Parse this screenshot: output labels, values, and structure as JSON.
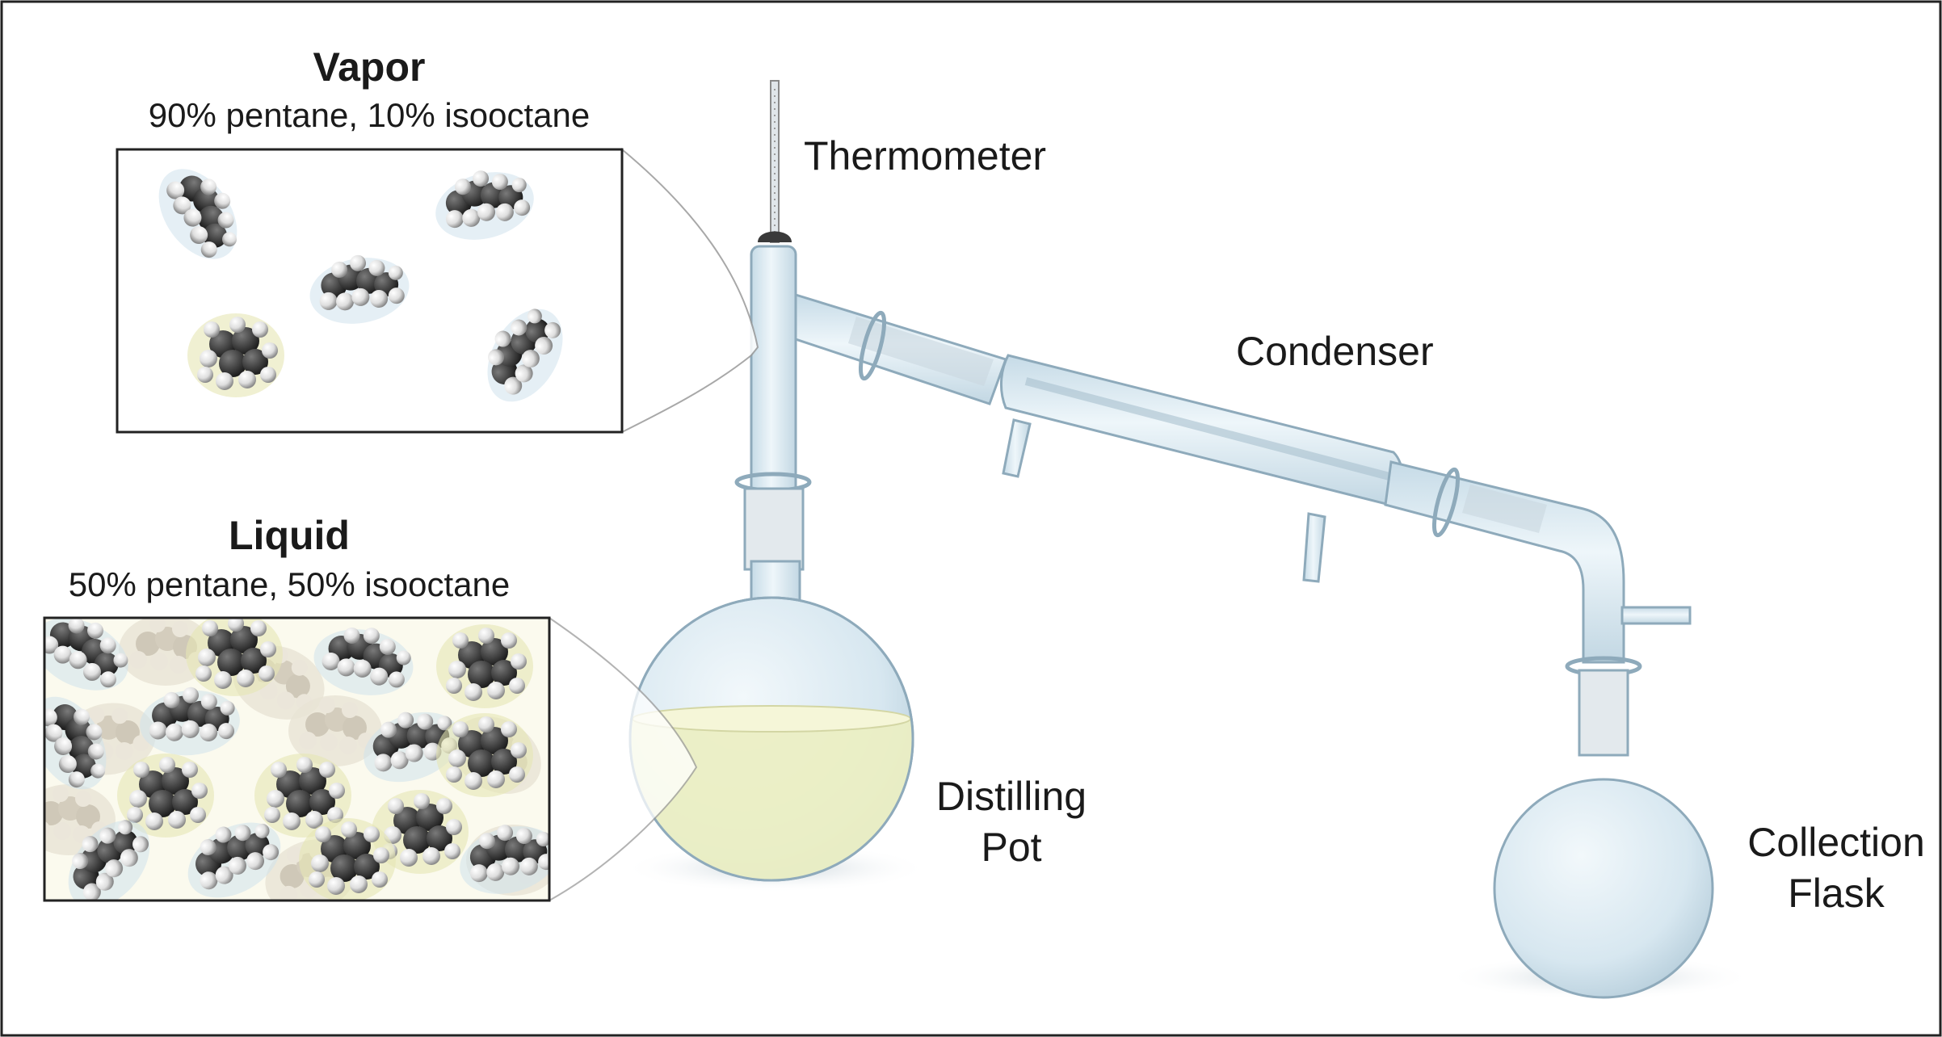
{
  "vapor": {
    "title": "Vapor",
    "composition": "90% pentane, 10% isooctane"
  },
  "liquid": {
    "title": "Liquid",
    "composition": "50% pentane, 50% isooctane"
  },
  "labels": {
    "thermometer": "Thermometer",
    "condenser": "Condenser",
    "distilling_pot_line1": "Distilling",
    "distilling_pot_line2": "Pot",
    "collection_flask_line1": "Collection",
    "collection_flask_line2": "Flask"
  },
  "colors": {
    "glass_fill": "#dbe9f1",
    "glass_stroke": "#8eaabb",
    "liquid_fill": "#ecefc2",
    "molecule_dark": "#3a3a3a",
    "molecule_light": "#d9d4c8",
    "liquid_panel_bg": "#fbfaee",
    "frame": "#222222"
  }
}
